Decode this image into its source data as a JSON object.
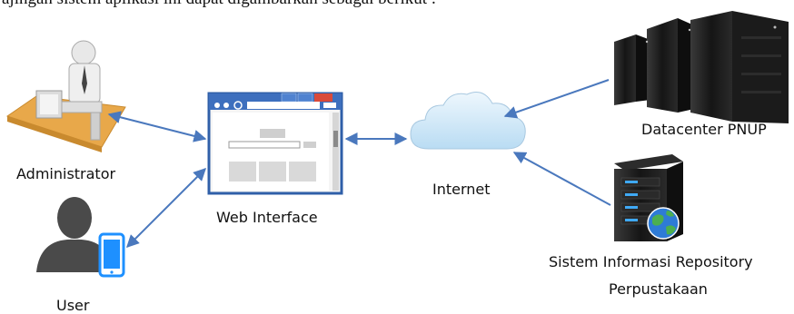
{
  "caption": "ajingan sistem aplikasi ini dapat digambarkan sebagai berikut :",
  "nodes": {
    "administrator": "Administrator",
    "user": "User",
    "web_interface": "Web Interface",
    "internet": "Internet",
    "datacenter": "Datacenter PNUP",
    "repository_line1": "Sistem Informasi Repository",
    "repository_line2": "Perpustakaan"
  },
  "colors": {
    "arrow": "#4a78bd",
    "cloud": "#cfe6f7",
    "browser_frame": "#2f5fa8",
    "close_button": "#d94a3a",
    "server": "#1d1d1d",
    "phone": "#1e90ff",
    "desk": "#e8a84a"
  }
}
